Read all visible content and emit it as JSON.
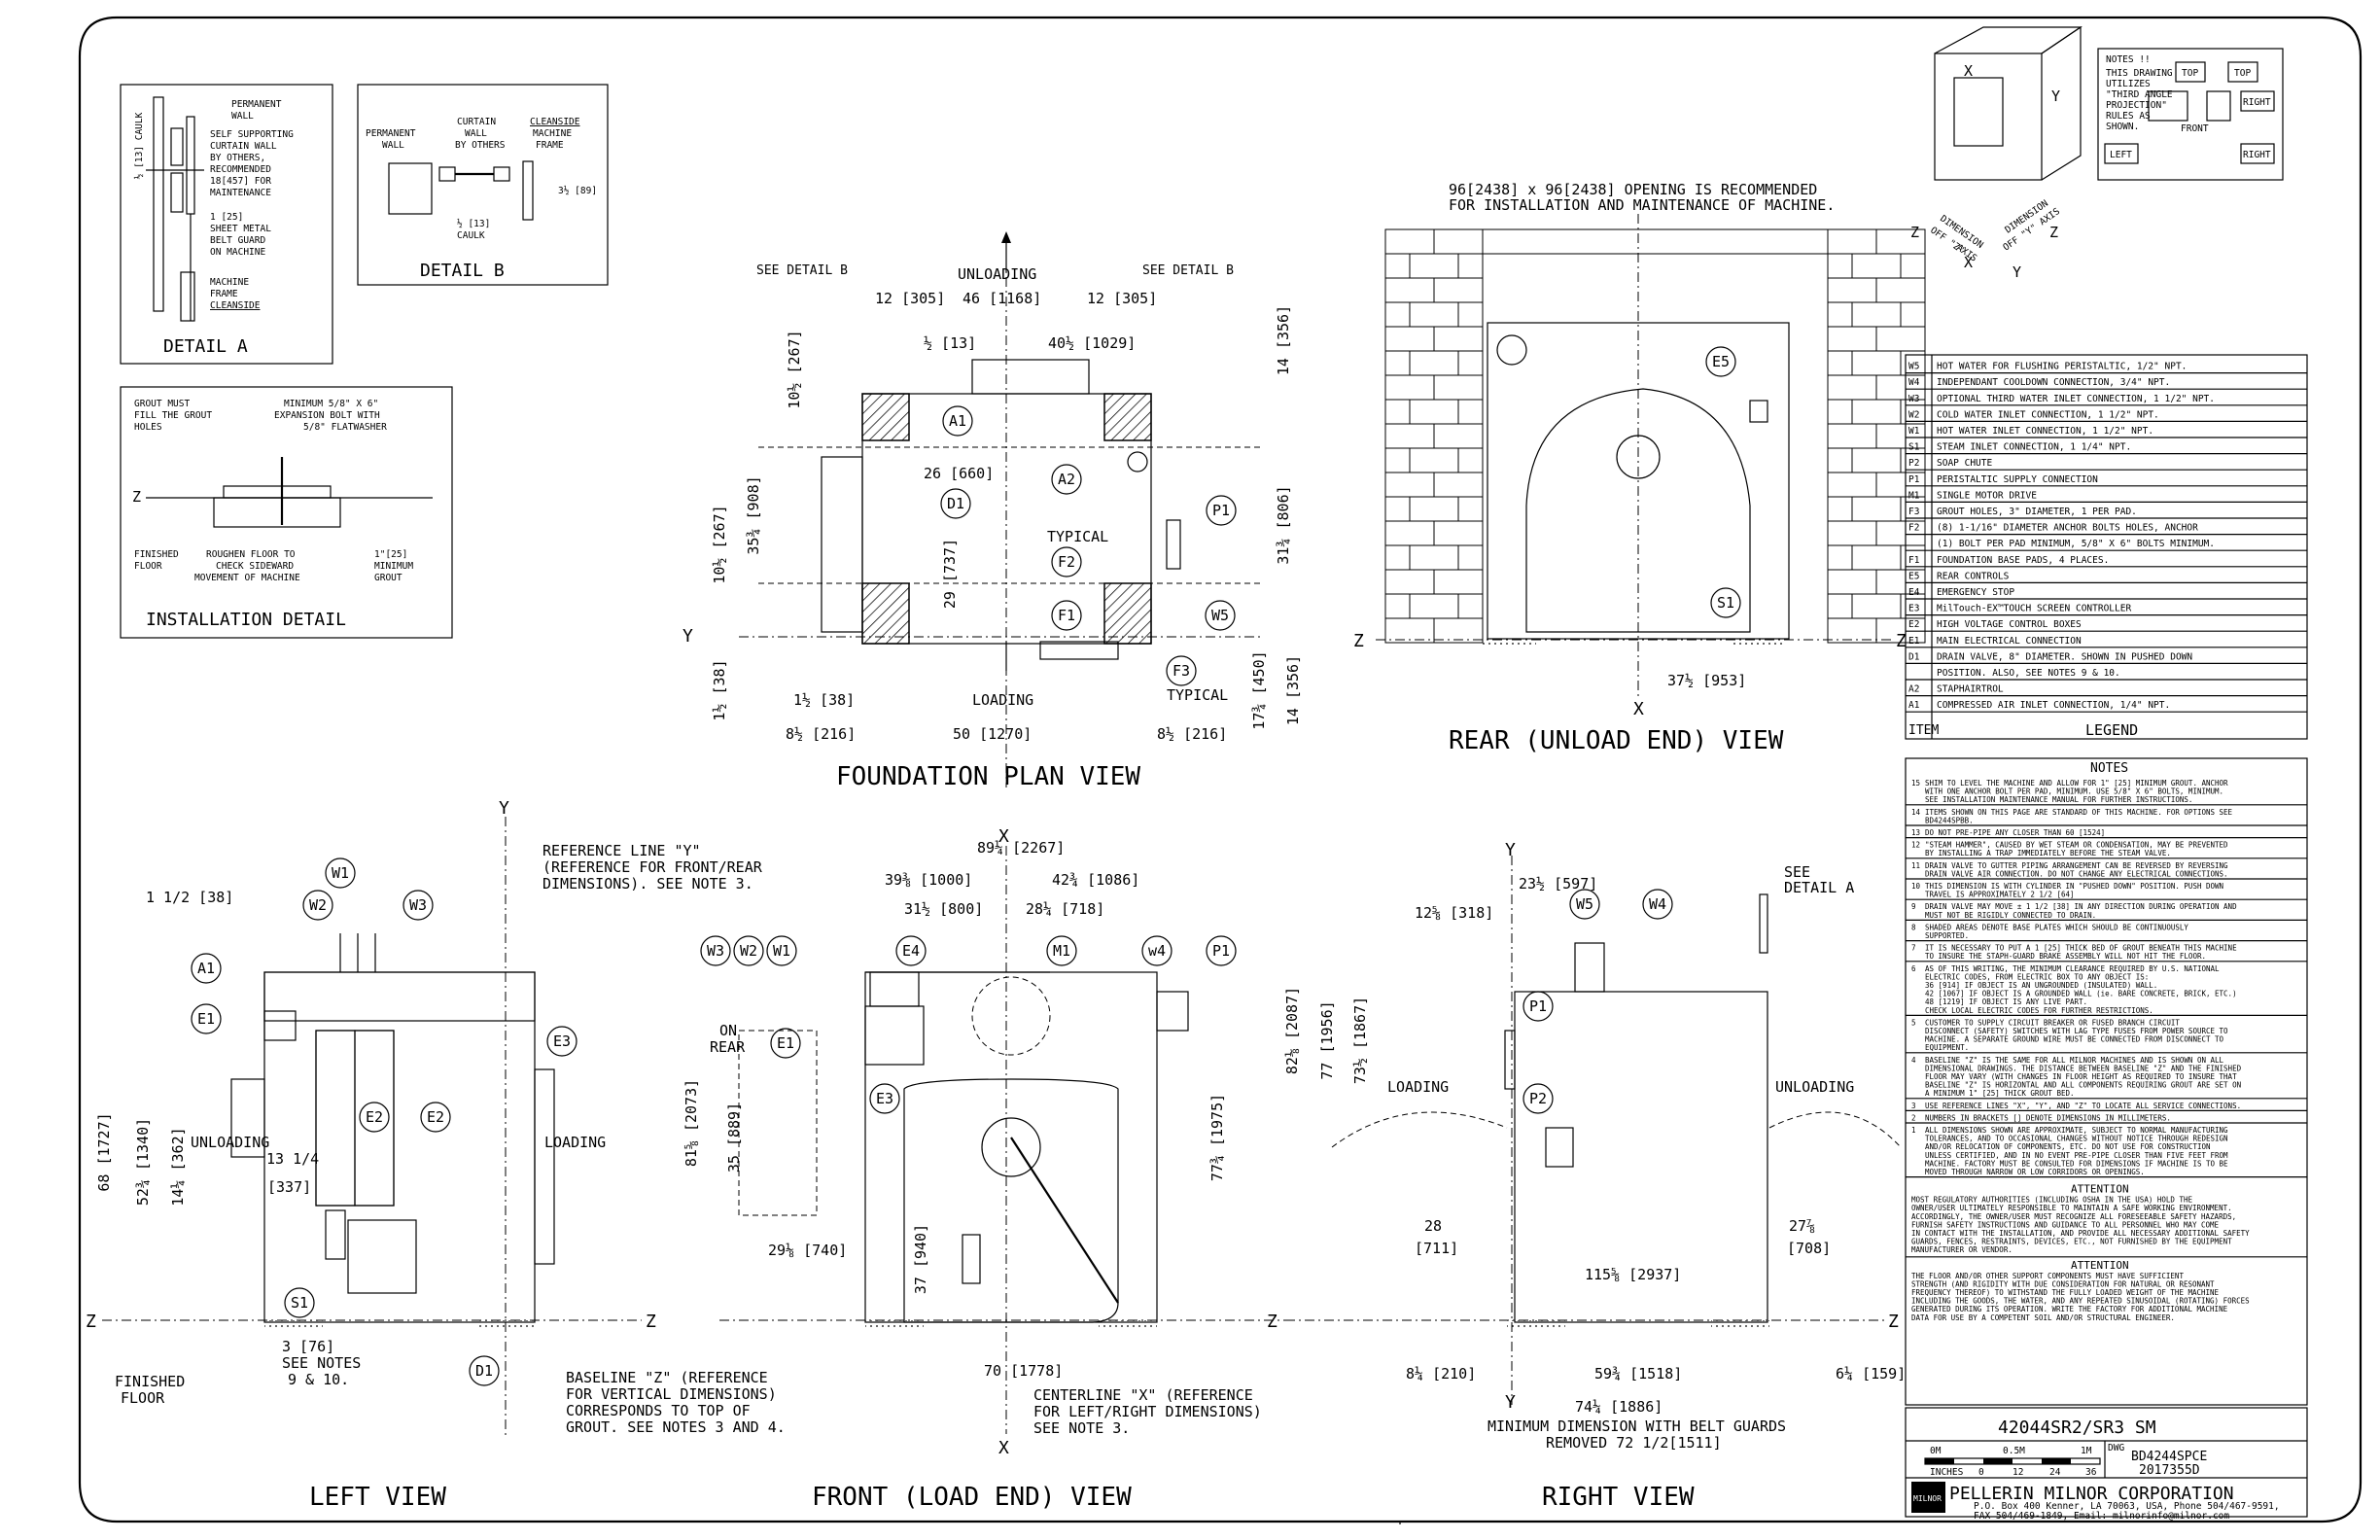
{
  "details": {
    "detail_a": {
      "title": "DETAIL A",
      "labels": [
        "PERMANENT",
        "WALL",
        "SELF SUPPORTING",
        "CURTAIN WALL",
        "BY OTHERS,",
        "RECOMMENDED",
        "18[457] FOR",
        "MAINTENANCE",
        "1 [25]",
        "SHEET METAL",
        "BELT GUARD",
        "ON MACHINE",
        "MACHINE",
        "FRAME",
        "CLEANSIDE"
      ],
      "caulk": "½ [13] CAULK"
    },
    "detail_b": {
      "title": "DETAIL B",
      "labels": [
        "PERMANENT",
        "WALL",
        "CURTAIN",
        "WALL",
        "BY OTHERS",
        "CLEANSIDE",
        "MACHINE",
        "FRAME",
        "3½ [89]",
        "½ [13]",
        "CAULK"
      ]
    },
    "installation": {
      "title": "INSTALLATION DETAIL",
      "labels": [
        "GROUT MUST",
        "FILL THE GROUT",
        "HOLES",
        "MINIMUM 5/8\" X 6\"",
        "EXPANSION BOLT WITH",
        "5/8\" FLATWASHER",
        "FINISHED",
        "FLOOR",
        "ROUGHEN FLOOR TO",
        "CHECK SIDEWARD",
        "MOVEMENT OF MACHINE",
        "1\"[25]",
        "MINIMUM",
        "GROUT"
      ]
    }
  },
  "foundation": {
    "title": "FOUNDATION PLAN VIEW",
    "labels": [
      "SEE DETAIL B",
      "UNLOADING",
      "SEE DETAIL B",
      "LOADING",
      "TYPICAL",
      "TYPICAL"
    ],
    "dims": [
      "12 [305]",
      "46 [1168]",
      "12 [305]",
      "½ [13]",
      "40½ [1029]",
      "26 [660]",
      "10½ [267]",
      "35¾ [908]",
      "10½ [267]",
      "29 [737]",
      "1½ [38]",
      "1½ [38]",
      "8½ [216]",
      "50 [1270]",
      "8½ [216]",
      "14 [356]",
      "31¾ [806]",
      "17¾ [450]",
      "14 [356]"
    ],
    "callouts": [
      "A1",
      "A2",
      "D1",
      "P1",
      "F2",
      "F1",
      "W5",
      "F3"
    ]
  },
  "rear": {
    "title": "REAR (UNLOAD END) VIEW",
    "note": [
      "96[2438] x 96[2438] OPENING IS RECOMMENDED",
      "FOR INSTALLATION AND MAINTENANCE OF MACHINE."
    ],
    "dims": [
      "37½ [953]"
    ],
    "callouts": [
      "E5",
      "S1"
    ]
  },
  "left": {
    "title": "LEFT VIEW",
    "labels": [
      "REFERENCE LINE \"Y\"",
      "(REFERENCE FOR FRONT/REAR",
      "DIMENSIONS). SEE NOTE 3.",
      "UNLOADING",
      "LOADING",
      "FINISHED",
      "FLOOR",
      "BASELINE \"Z\" (REFERENCE",
      "FOR VERTICAL DIMENSIONS)",
      "CORRESPONDS TO TOP OF",
      "GROUT. SEE NOTES 3 AND 4.",
      "3 [76]",
      "SEE NOTES",
      "9 & 10."
    ],
    "dims": [
      "1 1/2 [38]",
      "68 [1727]",
      "52¾ [1340]",
      "14¼ [362]",
      "13 1/4",
      "[337]"
    ],
    "callouts": [
      "W1",
      "W2",
      "W3",
      "A1",
      "E1",
      "E3",
      "E2",
      "E2",
      "S1",
      "D1"
    ]
  },
  "front": {
    "title": "FRONT (LOAD END) VIEW",
    "labels": [
      "ON",
      "REAR",
      "CENTERLINE \"X\" (REFERENCE",
      "FOR LEFT/RIGHT DIMENSIONS)",
      "SEE NOTE 3."
    ],
    "dims": [
      "89¼ [2267]",
      "39⅜ [1000]",
      "42¾ [1086]",
      "31½ [800]",
      "28¼ [718]",
      "81⅝ [2073]",
      "35 [889]",
      "29⅛ [740]",
      "37 [940]",
      "77¾ [1975]",
      "70 [1778]"
    ],
    "callouts": [
      "W3",
      "W2",
      "W1",
      "E4",
      "M1",
      "w4",
      "P1",
      "E1",
      "E3"
    ]
  },
  "right": {
    "title": "RIGHT VIEW",
    "labels": [
      "SEE",
      "DETAIL A",
      "LOADING",
      "UNLOADING",
      "MINIMUM DIMENSION WITH BELT GUARDS",
      "REMOVED 72 1/2[1511]"
    ],
    "dims": [
      "23½ [597]",
      "12⅝ [318]",
      "82⅛ [2087]",
      "77 [1956]",
      "73½ [1867]",
      "28",
      "[711]",
      "27⅞",
      "[708]",
      "115⅝ [2937]",
      "8¼ [210]",
      "59¾ [1518]",
      "6¼ [159]",
      "74¼ [1886]"
    ],
    "callouts": [
      "W5",
      "W4",
      "P1",
      "P2"
    ]
  },
  "axes": {
    "x": "X",
    "y": "Y",
    "z": "Z"
  },
  "projection_note": [
    "NOTES !!",
    "THIS DRAWING",
    "UTILIZES",
    "\"THIRD ANGLE",
    "PROJECTION\"",
    "RULES AS",
    "SHOWN."
  ],
  "projection_boxes": [
    "TOP",
    "TOP",
    "RIGHT",
    "LEFT",
    "FRONT",
    "RIGHT"
  ],
  "iso_labels": [
    "DIMENSION",
    "OFF \"Z\"",
    "AXIS",
    "DIMENSION",
    "OFF \"Y\" AXIS"
  ],
  "legend": {
    "header_item": "ITEM",
    "header_title": "LEGEND",
    "rows": [
      [
        "W5",
        "HOT WATER FOR FLUSHING PERISTALTIC, 1/2\" NPT."
      ],
      [
        "W4",
        "INDEPENDANT COOLDOWN CONNECTION, 3/4\" NPT."
      ],
      [
        "W3",
        "OPTIONAL THIRD WATER INLET CONNECTION, 1 1/2\" NPT."
      ],
      [
        "W2",
        "COLD WATER INLET CONNECTION, 1 1/2\" NPT."
      ],
      [
        "W1",
        "HOT WATER INLET CONNECTION, 1 1/2\" NPT."
      ],
      [
        "S1",
        "STEAM INLET CONNECTION, 1 1/4\" NPT."
      ],
      [
        "P2",
        "SOAP CHUTE"
      ],
      [
        "P1",
        "PERISTALTIC SUPPLY CONNECTION"
      ],
      [
        "M1",
        "SINGLE MOTOR DRIVE"
      ],
      [
        "F3",
        "GROUT HOLES, 3\" DIAMETER, 1 PER PAD."
      ],
      [
        "F2",
        "(8) 1-1/16\" DIAMETER ANCHOR BOLTS HOLES, ANCHOR"
      ],
      [
        "",
        "(1) BOLT PER PAD MINIMUM, 5/8\" X 6\" BOLTS MINIMUM."
      ],
      [
        "F1",
        "FOUNDATION BASE PADS, 4 PLACES."
      ],
      [
        "E5",
        "REAR CONTROLS"
      ],
      [
        "E4",
        "EMERGENCY STOP"
      ],
      [
        "E3",
        "MilTouch-EX™TOUCH SCREEN CONTROLLER"
      ],
      [
        "E2",
        "HIGH VOLTAGE CONTROL BOXES"
      ],
      [
        "E1",
        "MAIN ELECTRICAL CONNECTION"
      ],
      [
        "D1",
        "DRAIN VALVE, 8\" DIAMETER. SHOWN IN PUSHED DOWN"
      ],
      [
        "",
        "POSITION. ALSO, SEE NOTES 9 & 10."
      ],
      [
        "A2",
        "STAPHAIRTROL"
      ],
      [
        "A1",
        "COMPRESSED AIR INLET CONNECTION, 1/4\" NPT."
      ]
    ]
  },
  "notes": {
    "title": "NOTES",
    "items": [
      [
        "15",
        "SHIM TO LEVEL THE MACHINE AND ALLOW FOR 1\" [25] MINIMUM GROUT. ANCHOR",
        "WITH ONE ANCHOR BOLT PER PAD, MINIMUM. USE 5/8\" X 6\" BOLTS, MINIMUM.",
        "SEE INSTALLATION MAINTENANCE MANUAL FOR FURTHER INSTRUCTIONS."
      ],
      [
        "14",
        "ITEMS SHOWN ON THIS PAGE ARE STANDARD OF THIS MACHINE. FOR OPTIONS SEE",
        "BD4244SPBB."
      ],
      [
        "13",
        "DO NOT PRE-PIPE ANY CLOSER THAN 60 [1524]"
      ],
      [
        "12",
        "\"STEAM HAMMER\", CAUSED BY WET STEAM OR CONDENSATION, MAY BE PREVENTED",
        "BY INSTALLING A TRAP IMMEDIATELY BEFORE THE STEAM VALVE."
      ],
      [
        "11",
        "DRAIN VALVE TO GUTTER PIPING ARRANGEMENT CAN BE REVERSED BY REVERSING",
        "DRAIN VALVE AIR CONNECTION. DO NOT CHANGE ANY ELECTRICAL CONNECTIONS."
      ],
      [
        "10",
        "THIS DIMENSION IS WITH CYLINDER IN \"PUSHED DOWN\" POSITION. PUSH DOWN",
        "TRAVEL IS APPROXIMATELY 2 1/2 [64]"
      ],
      [
        "9",
        "DRAIN VALVE MAY MOVE ± 1 1/2 [38] IN ANY DIRECTION DURING OPERATION AND",
        "MUST NOT BE RIGIDLY CONNECTED TO DRAIN."
      ],
      [
        "8",
        "SHADED AREAS DENOTE BASE PLATES WHICH SHOULD BE CONTINUOUSLY",
        "SUPPORTED."
      ],
      [
        "7",
        "IT IS NECESSARY TO PUT A 1 [25] THICK BED OF GROUT BENEATH THIS MACHINE",
        "TO INSURE THE STAPH-GUARD BRAKE ASSEMBLY WILL NOT HIT THE FLOOR."
      ],
      [
        "6",
        "AS OF THIS WRITING, THE MINIMUM CLEARANCE REQUIRED BY U.S. NATIONAL",
        "ELECTRIC CODES, FROM ELECTRIC BOX TO ANY OBJECT IS:",
        "36 [914] IF OBJECT IS AN UNGROUNDED (INSULATED) WALL.",
        "42 [1067] IF OBJECT IS A GROUNDED WALL (ie. BARE CONCRETE, BRICK, ETC.)",
        "48 [1219] IF OBJECT IS ANY LIVE PART.",
        "CHECK LOCAL ELECTRIC CODES FOR FURTHER RESTRICTIONS."
      ],
      [
        "5",
        "CUSTOMER TO SUPPLY CIRCUIT BREAKER OR FUSED BRANCH CIRCUIT",
        "DISCONNECT (SAFETY) SWITCHES WITH LAG TYPE FUSES FROM POWER SOURCE TO",
        "MACHINE. A SEPARATE GROUND WIRE MUST BE CONNECTED FROM DISCONNECT TO",
        "EQUIPMENT."
      ],
      [
        "4",
        "BASELINE \"Z\" IS THE SAME FOR ALL MILNOR MACHINES AND IS SHOWN ON ALL",
        "DIMENSIONAL DRAWINGS. THE DISTANCE BETWEEN BASELINE \"Z\" AND THE FINISHED",
        "FLOOR MAY VARY (WITH CHANGES IN FLOOR HEIGHT AS REQUIRED TO INSURE THAT",
        "BASELINE \"Z\" IS HORIZONTAL AND ALL COMPONENTS REQUIRING GROUT ARE SET ON",
        "A MINIMUM 1\" [25] THICK GROUT BED."
      ],
      [
        "3",
        "USE REFERENCE LINES \"X\", \"Y\", AND \"Z\" TO LOCATE ALL SERVICE CONNECTIONS."
      ],
      [
        "2",
        "NUMBERS IN BRACKETS [] DENOTE DIMENSIONS IN MILLIMETERS."
      ],
      [
        "1",
        "ALL DIMENSIONS SHOWN ARE APPROXIMATE, SUBJECT TO NORMAL MANUFACTURING",
        "TOLERANCES, AND TO OCCASIONAL CHANGES WITHOUT NOTICE THROUGH REDESIGN",
        "AND/OR RELOCATION OF COMPONENTS, ETC. DO NOT USE FOR CONSTRUCTION",
        "UNLESS CERTIFIED, AND IN NO EVENT PRE-PIPE CLOSER THAN FIVE FEET FROM",
        "MACHINE. FACTORY MUST BE CONSULTED FOR DIMENSIONS IF MACHINE IS TO BE",
        "MOVED THROUGH NARROW OR LOW CORRIDORS OR OPENINGS."
      ]
    ]
  },
  "attention1": {
    "title": "ATTENTION",
    "lines": [
      "MOST REGULATORY AUTHORITIES (INCLUDING OSHA IN THE USA) HOLD THE",
      "OWNER/USER ULTIMATELY RESPONSIBLE TO MAINTAIN A SAFE WORKING ENVIRONMENT.",
      "ACCORDINGLY, THE OWNER/USER MUST RECOGNIZE ALL FORESEEABLE SAFETY HAZARDS,",
      "FURNISH SAFETY INSTRUCTIONS AND GUIDANCE TO ALL PERSONNEL WHO MAY COME",
      "IN CONTACT WITH THE INSTALLATION, AND PROVIDE ALL NECESSARY ADDITIONAL SAFETY",
      "GUARDS, FENCES, RESTRAINTS, DEVICES, ETC., NOT FURNISHED BY THE EQUIPMENT",
      "MANUFACTURER OR VENDOR."
    ]
  },
  "attention2": {
    "title": "ATTENTION",
    "lines": [
      "THE FLOOR AND/OR OTHER SUPPORT COMPONENTS MUST HAVE SUFFICIENT",
      "STRENGTH (AND RIGIDITY WITH DUE CONSIDERATION FOR NATURAL OR RESONANT",
      "FREQUENCY THEREOF) TO WITHSTAND THE FULLY LOADED WEIGHT OF THE MACHINE",
      "INCLUDING THE GOODS, THE WATER, AND ANY REPEATED SINUSOIDAL (ROTATING) FORCES",
      "GENERATED DURING ITS OPERATION. WRITE THE FACTORY FOR ADDITIONAL MACHINE",
      "DATA FOR USE BY A COMPETENT SOIL AND/OR STRUCTURAL ENGINEER."
    ]
  },
  "title_block": {
    "model": "42044SR2/SR3 SM",
    "scale_labels": [
      "0M",
      "0.5M",
      "1M",
      "INCHES",
      "0",
      "12",
      "24",
      "36"
    ],
    "dwg_prefix": "DWG",
    "dwg": "BD4244SPCE",
    "rev": "2017355D",
    "logo": "MILNOR",
    "company": "PELLERIN MILNOR CORPORATION",
    "address": "P.O. Box 400 Kenner, LA 70063, USA, Phone 504/467-9591,",
    "contact": "FAX 504/469-1849, Email: milnorinfo@milnor.com"
  }
}
